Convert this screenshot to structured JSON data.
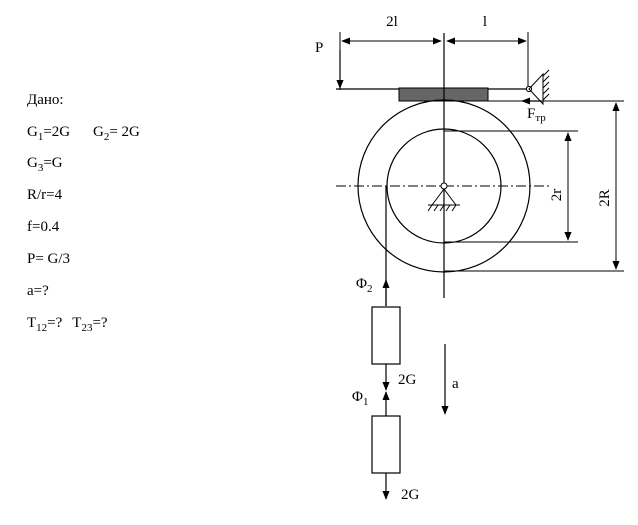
{
  "given": {
    "title": "Дано:",
    "g1_base": "G",
    "g1_sub": "1",
    "g1_val": "=2G",
    "g2_base": "G",
    "g2_sub": "2",
    "g2_val": "= 2G",
    "g3_base": "G",
    "g3_sub": "3",
    "g3_val": "=G",
    "ratio": "R/r=4",
    "friction": "f=0.4",
    "force": "P= G/3",
    "accel": "a=?",
    "t12_base": "T",
    "t12_sub": "12",
    "t12_val": "=?",
    "t23_base": "T",
    "t23_sub": "23",
    "t23_val": "=?"
  },
  "diagram": {
    "dim_2l": "2l",
    "dim_l": "l",
    "force_p": "P",
    "friction_base": "F",
    "friction_sub": "тр",
    "dim_2r": "2r",
    "dim_2R": "2R",
    "phi2_base": "Φ",
    "phi2_sub": "2",
    "phi1_base": "Φ",
    "phi1_sub": "1",
    "weight_upper": "2G",
    "weight_lower": "2G",
    "accel_label": "a"
  }
}
